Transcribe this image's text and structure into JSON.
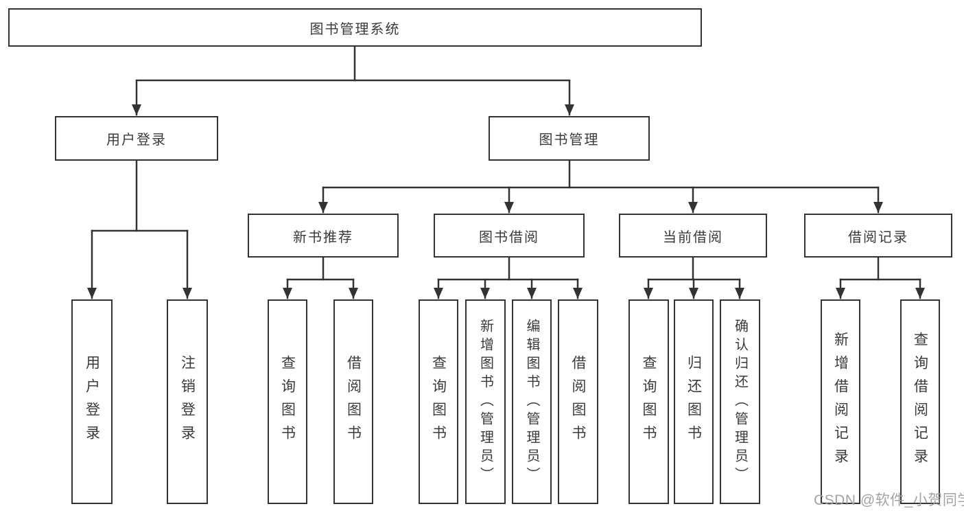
{
  "diagram": {
    "root": "图书管理系统",
    "login": {
      "label": "用户登录",
      "leaves": [
        "用户登录",
        "注销登录"
      ]
    },
    "mgmt": {
      "label": "图书管理",
      "groups": [
        {
          "label": "新书推荐",
          "leaves": [
            "查询图书",
            "借阅图书"
          ]
        },
        {
          "label": "图书借阅",
          "leaves": [
            "查询图书",
            "新增图书（管理员）",
            "编辑图书（管理员）",
            "借阅图书"
          ]
        },
        {
          "label": "当前借阅",
          "leaves": [
            "查询图书",
            "归还图书",
            "确认归还（管理员）"
          ]
        },
        {
          "label": "借阅记录",
          "leaves": [
            "新增借阅记录",
            "查询借阅记录"
          ]
        }
      ]
    }
  },
  "colors": {
    "line": "#333333",
    "text": "#3a3a3a",
    "watermark": "#9e9e9e"
  },
  "watermark": "CSDN @软件_小贺同学"
}
